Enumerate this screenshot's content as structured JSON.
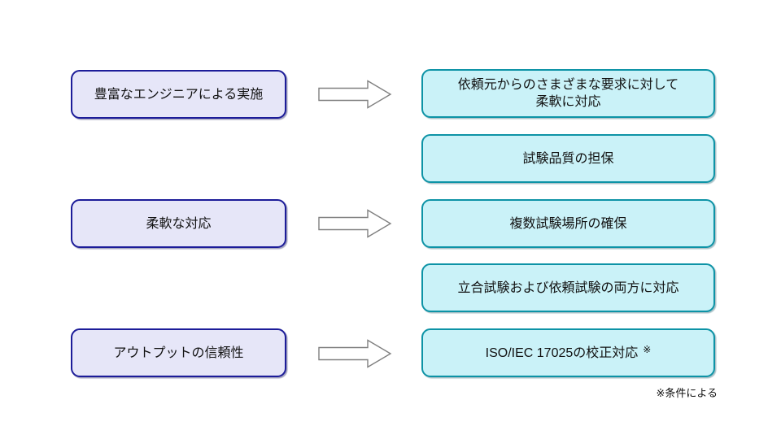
{
  "colors": {
    "background": "#ffffff",
    "left_box_fill": "#e6e6f8",
    "left_box_border": "#1c1c99",
    "right_box_fill": "#caf2f8",
    "right_box_border": "#0d93a6",
    "arrow_fill": "#ffffff",
    "arrow_stroke": "#808080",
    "text": "#111111"
  },
  "left_boxes": [
    {
      "label": "豊富なエンジニアによる実施"
    },
    {
      "label": "柔軟な対応"
    },
    {
      "label": "アウトプットの信頼性"
    }
  ],
  "right_boxes": [
    {
      "lines": [
        "依頼元からのさまざまな要求に対して",
        "柔軟に対応"
      ]
    },
    {
      "lines": [
        "試験品質の担保"
      ]
    },
    {
      "lines": [
        "複数試験場所の確保"
      ]
    },
    {
      "lines": [
        "立合試験および依頼試験の両方に対応"
      ]
    },
    {
      "lines": [
        "ISO/IEC 17025の校正対応"
      ],
      "marker": "※"
    }
  ],
  "footnote": "※条件による"
}
